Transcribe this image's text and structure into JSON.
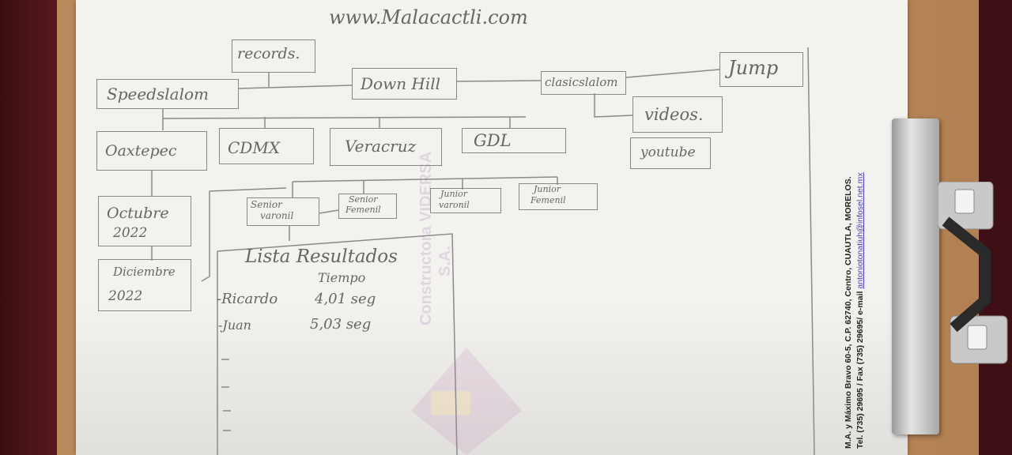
{
  "sketch": {
    "header_url": "www.Malacactli.com",
    "boxes": {
      "records": "records.",
      "speedslalom": "Speedslalom",
      "downhill": "Down Hill",
      "clasicslalom": "clasicslalom",
      "jump": "Jump",
      "videos": "videos.",
      "youtube": "youtube",
      "oaxtepec": "Oaxtepec",
      "cdmx": "CDMX",
      "veracruz": "Veracruz",
      "gdl": "GDL",
      "octubre_1": "Octubre",
      "octubre_2": "2022",
      "diciembre_1": "Diciembre",
      "diciembre_2": "2022",
      "senior_varonil_1": "Senior",
      "senior_varonil_2": "varonil",
      "senior_femenil_1": "Senior",
      "senior_femenil_2": "Femenil",
      "junior_varonil_1": "Junior",
      "junior_varonil_2": "varonil",
      "junior_femenil_1": "Junior",
      "junior_femenil_2": "Femenil"
    },
    "results": {
      "title": "Lista Resultados",
      "time_header": "Tiempo",
      "rows": [
        {
          "name": "-Ricardo",
          "time": "4,01 seg"
        },
        {
          "name": "-Juan",
          "time": "5,03 seg"
        }
      ]
    }
  },
  "letterhead_footer": {
    "line1": "M.A. y  Máximo Bravo 60-5,  C.P. 62740,  Centro,  CUAUTLA,  MORELOS.",
    "line2_prefix": "Tel. (735) 29695 / Fax (735) 29695/ e-mail ",
    "email": "antoniotonatiuh@infosel.net.mx"
  },
  "watermark": {
    "line1": "Constructora VIDERSA",
    "line2": "S.A."
  },
  "colors": {
    "background": "#4a1418",
    "clipboard": "#c99b6a",
    "paper": "#f3f2ef",
    "pencil": "#777777"
  }
}
